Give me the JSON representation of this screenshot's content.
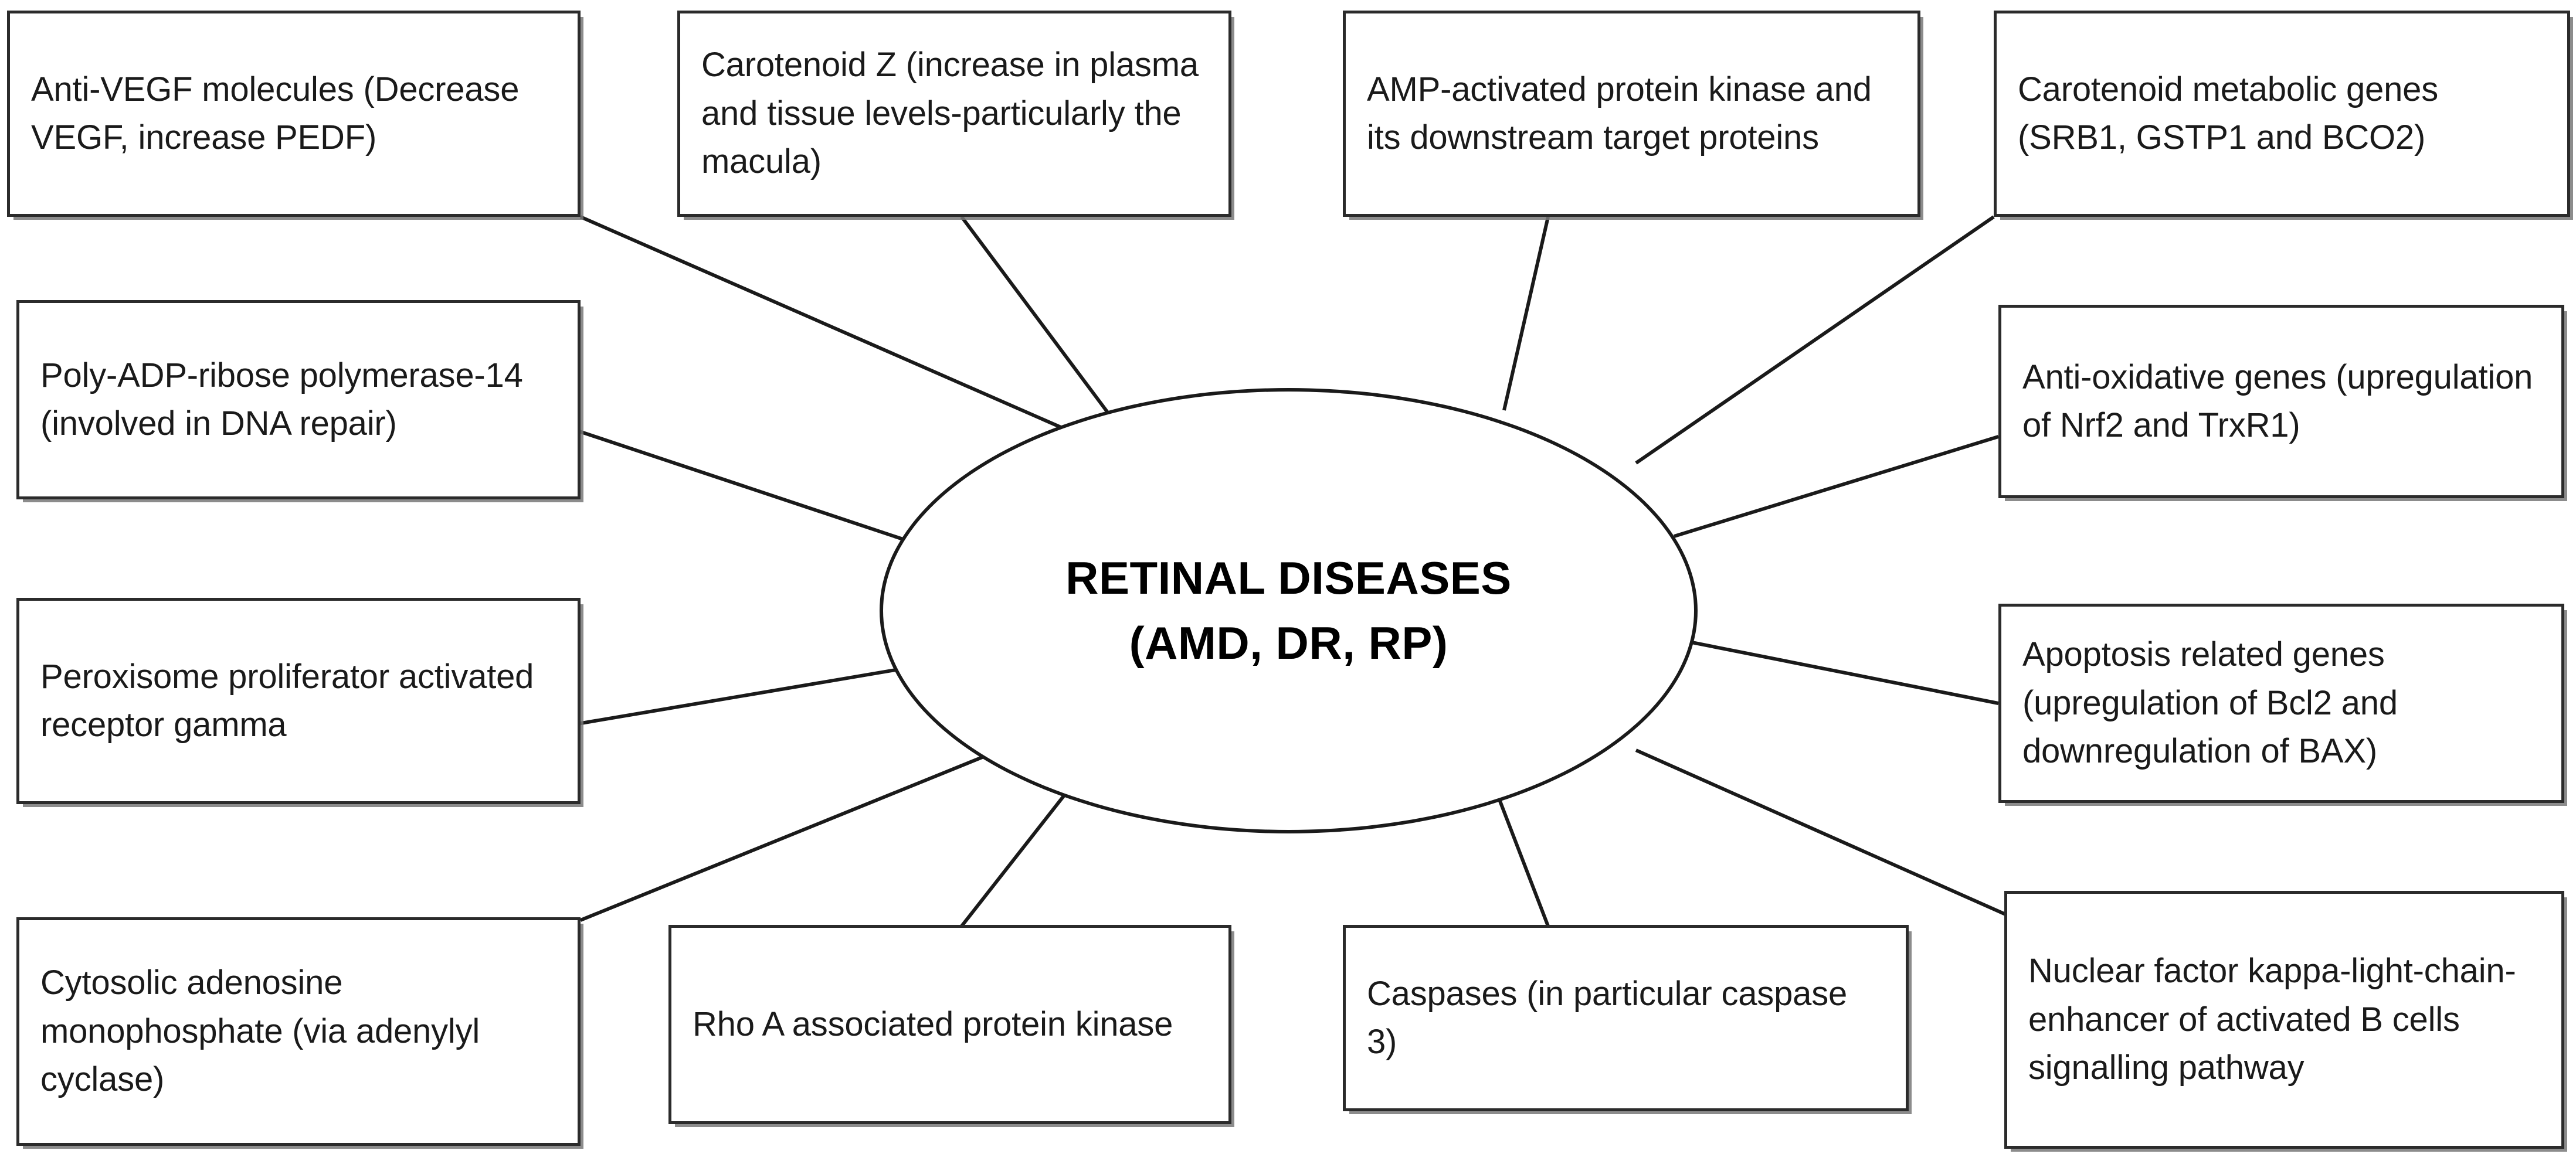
{
  "diagram": {
    "type": "hub-and-spoke concept map",
    "center": {
      "title_line1": "RETINAL DISEASES",
      "title_line2": "(AMD, DR, RP)"
    },
    "nodes": [
      {
        "id": "anti-vegf-molecules",
        "text": "Anti-VEGF molecules (Decrease VEGF, increase PEDF)"
      },
      {
        "id": "carotenoid-z",
        "text": "Carotenoid Z (increase in plasma and tissue levels-particularly the macula)"
      },
      {
        "id": "amp-activated-protein-kinase",
        "text": "AMP-activated protein kinase and its downstream target proteins"
      },
      {
        "id": "carotenoid-metabolic-genes",
        "text": "Carotenoid metabolic genes (SRB1, GSTP1 and BCO2)"
      },
      {
        "id": "parp-14",
        "text": "Poly-ADP-ribose polymerase-14 (involved in DNA repair)"
      },
      {
        "id": "anti-oxidative-genes",
        "text": "Anti-oxidative genes (upregulation of Nrf2 and TrxR1)"
      },
      {
        "id": "ppar-gamma",
        "text": "Peroxisome proliferator activated receptor gamma"
      },
      {
        "id": "apoptosis-related-genes",
        "text": "Apoptosis related genes (upregulation of Bcl2 and downregulation of BAX)"
      },
      {
        "id": "cytosolic-camp",
        "text": "Cytosolic adenosine monophosphate (via adenylyl cyclase)"
      },
      {
        "id": "rho-a-kinase",
        "text": "Rho A associated protein kinase"
      },
      {
        "id": "caspases",
        "text": "Caspases (in particular caspase 3)"
      },
      {
        "id": "nf-kappa-b",
        "text": "Nuclear factor kappa-light-chain-enhancer of activated B cells signalling pathway"
      }
    ],
    "colors": {
      "box_border": "#2b2b2b",
      "box_shadow": "#787878",
      "text": "#1a1a1a",
      "ellipse_border": "#1a1a1a",
      "connector": "#1a1a1a",
      "background": "#ffffff"
    }
  }
}
